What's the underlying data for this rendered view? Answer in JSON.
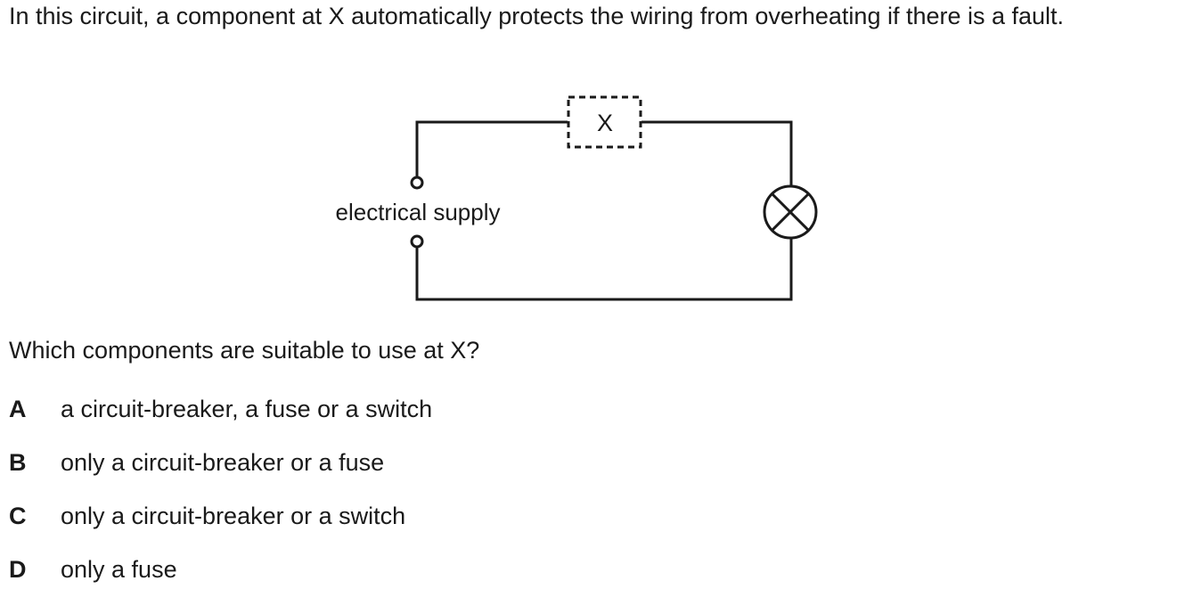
{
  "question": {
    "stem": "In this circuit, a component at X automatically protects the wiring from overheating if there is a fault.",
    "prompt": "Which components are suitable to use at X?"
  },
  "diagram": {
    "component_label": "X",
    "supply_label": "electrical supply",
    "lamp_icon": "lamp-icon"
  },
  "options": [
    {
      "letter": "A",
      "text": "a circuit-breaker, a fuse or a switch"
    },
    {
      "letter": "B",
      "text": "only a circuit-breaker or a fuse"
    },
    {
      "letter": "C",
      "text": "only a circuit-breaker or a switch"
    },
    {
      "letter": "D",
      "text": "only a fuse"
    }
  ]
}
